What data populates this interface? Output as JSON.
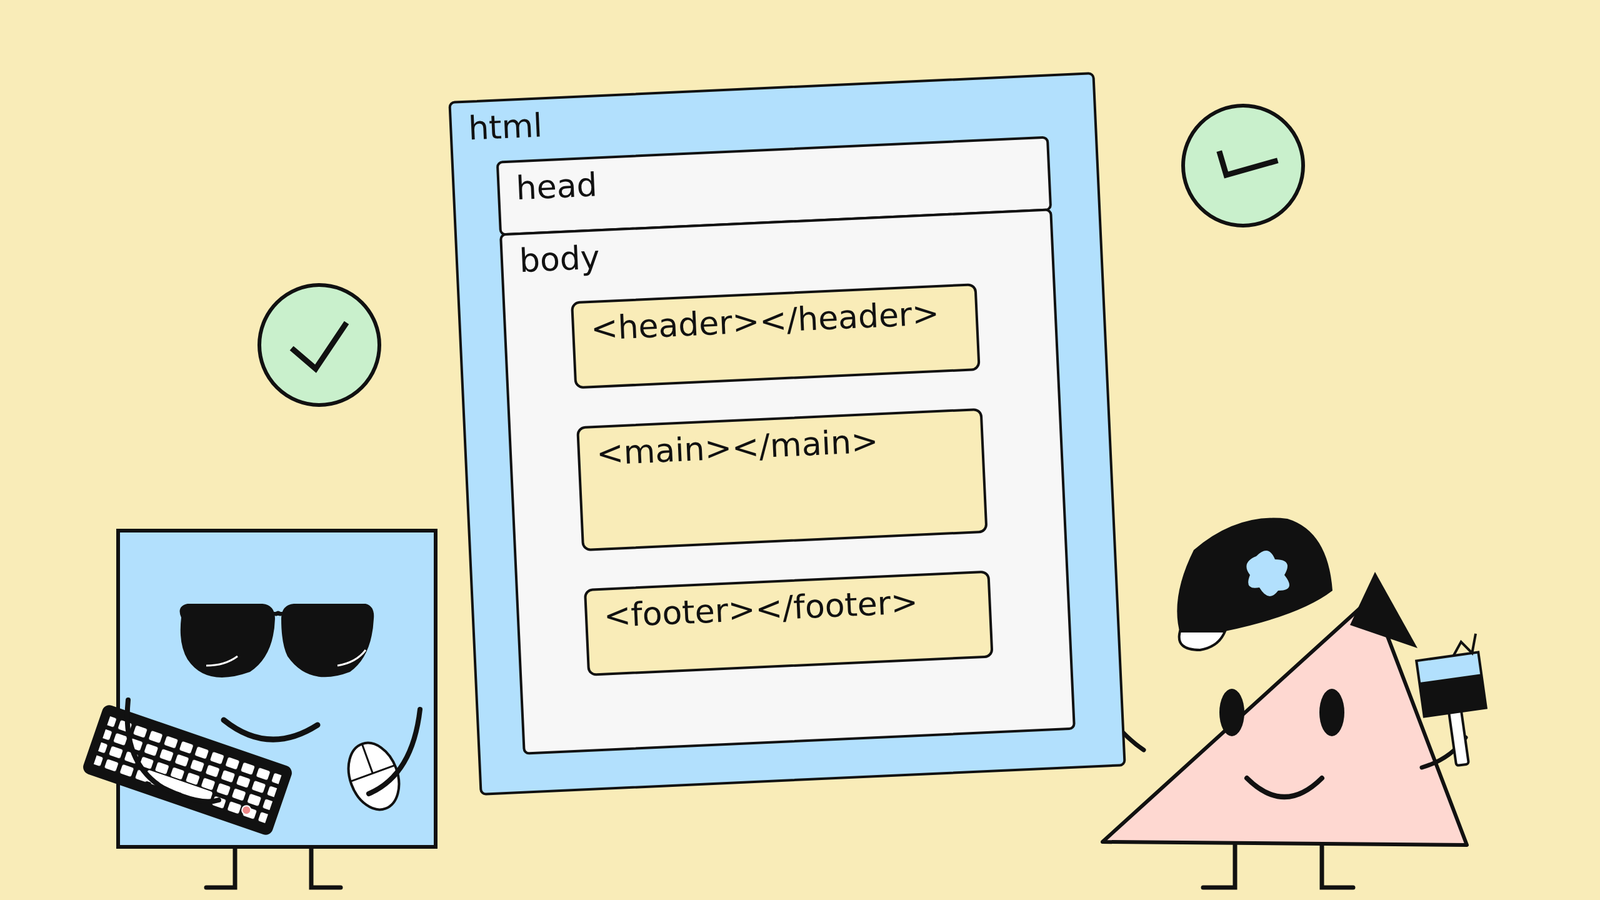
{
  "diagram": {
    "nodes": [
      {
        "text": [
          "html"
        ]
      },
      {
        "text": [
          "head"
        ],
        "in": 0
      },
      {
        "text": [
          "body"
        ],
        "in": 0
      },
      {
        "text": [
          "<header></header>"
        ],
        "in": 2
      },
      {
        "text": [
          "<main></main>"
        ],
        "in": 2
      },
      {
        "text": [
          "<footer></footer>"
        ],
        "in": 2
      }
    ]
  }
}
